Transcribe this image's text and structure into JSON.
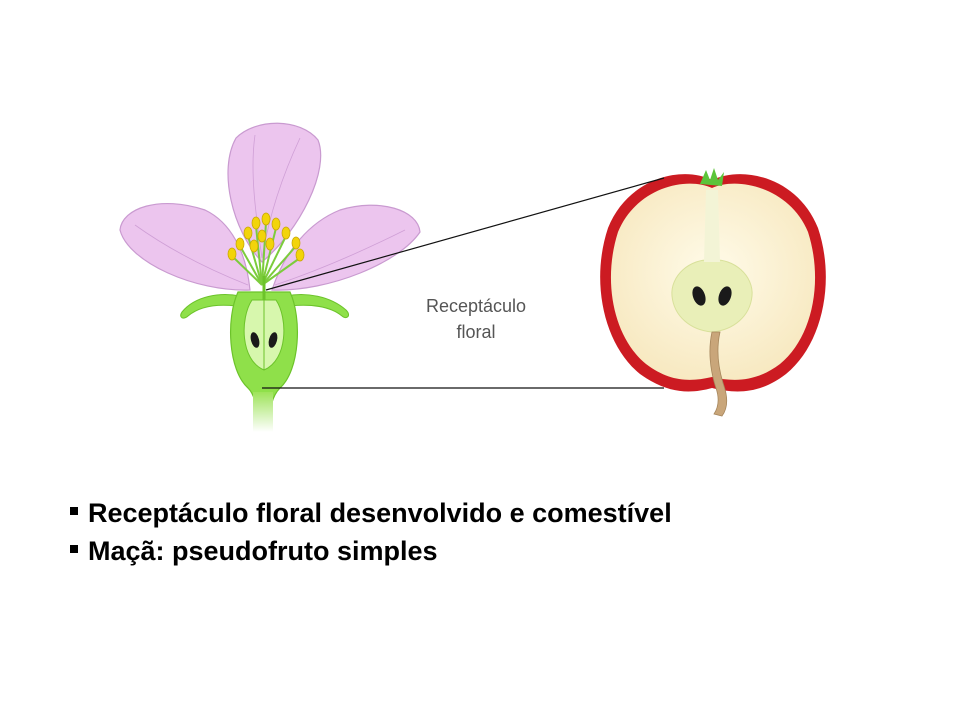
{
  "diagram": {
    "label_line1": "Receptáculo",
    "label_line2": "floral"
  },
  "bullets": [
    "Receptáculo floral desenvolvido e comestível",
    "Maçã: pseudofruto simples"
  ],
  "colors": {
    "petal": "#ecc5ee",
    "petal_outline": "#c99ad0",
    "receptacle": "#8fe04a",
    "receptacle_light": "#c9f39a",
    "stamen": "#f2d40a",
    "apple_skin": "#cc1b22",
    "apple_flesh": "#fbf1d4",
    "seed": "#1a1a1a"
  }
}
